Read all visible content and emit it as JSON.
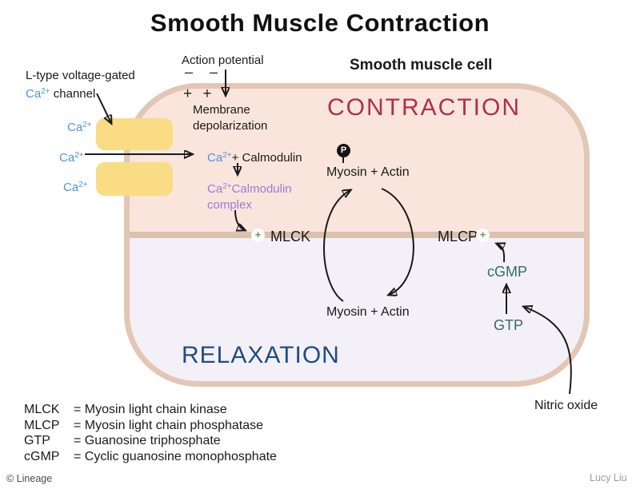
{
  "title": "Smooth Muscle Contraction",
  "cell": {
    "label": "Smooth muscle cell",
    "contraction_label": "CONTRACTION",
    "relaxation_label": "RELAXATION"
  },
  "labels": {
    "action_potential": "Action potential",
    "minus_signs": "– –",
    "plus_signs": "+ +",
    "membrane_line1": "Membrane",
    "membrane_line2": "depolarization",
    "channel_line1": "L-type voltage-gated",
    "channel_line2_rest": " channel",
    "ca_base": "Ca",
    "ca_sup": "2+",
    "calmodulin_suffix": "+ Calmodulin",
    "complex_word1": "Calmodulin",
    "complex_word2": "complex",
    "mlck": "MLCK",
    "mlcp": "MLCP",
    "plus_badge": "+",
    "p_badge": "P",
    "myosin_actin": "Myosin + Actin",
    "cgmp": "cGMP",
    "gtp": "GTP",
    "nitric_oxide": "Nitric oxide"
  },
  "legend": {
    "rows": [
      {
        "abbr": "MLCK",
        "def": "= Myosin light chain kinase"
      },
      {
        "abbr": "MLCP",
        "def": "= Myosin light chain phosphatase"
      },
      {
        "abbr": "GTP",
        "def": "= Guanosine triphosphate"
      },
      {
        "abbr": "cGMP",
        "def": "= Cyclic guanosine monophosphate"
      }
    ]
  },
  "footer": {
    "left": "© Lineage",
    "right": "Lucy Liu"
  },
  "colors": {
    "contraction_text": "#b12e49",
    "relaxation_text": "#1e4d80",
    "calcium_blue": "#4d93e6",
    "complex_purple": "#9d7ad9",
    "nucleotide_green": "#2e7060",
    "badge_plus_green": "#5ba05b",
    "cell_border": "#e4c6b4",
    "cell_top_fill": "#f9e5db",
    "cell_bottom_fill": "#f4f0f8",
    "membrane_divider": "#dcc0ae",
    "channel_yellow": "#f9dc83"
  }
}
